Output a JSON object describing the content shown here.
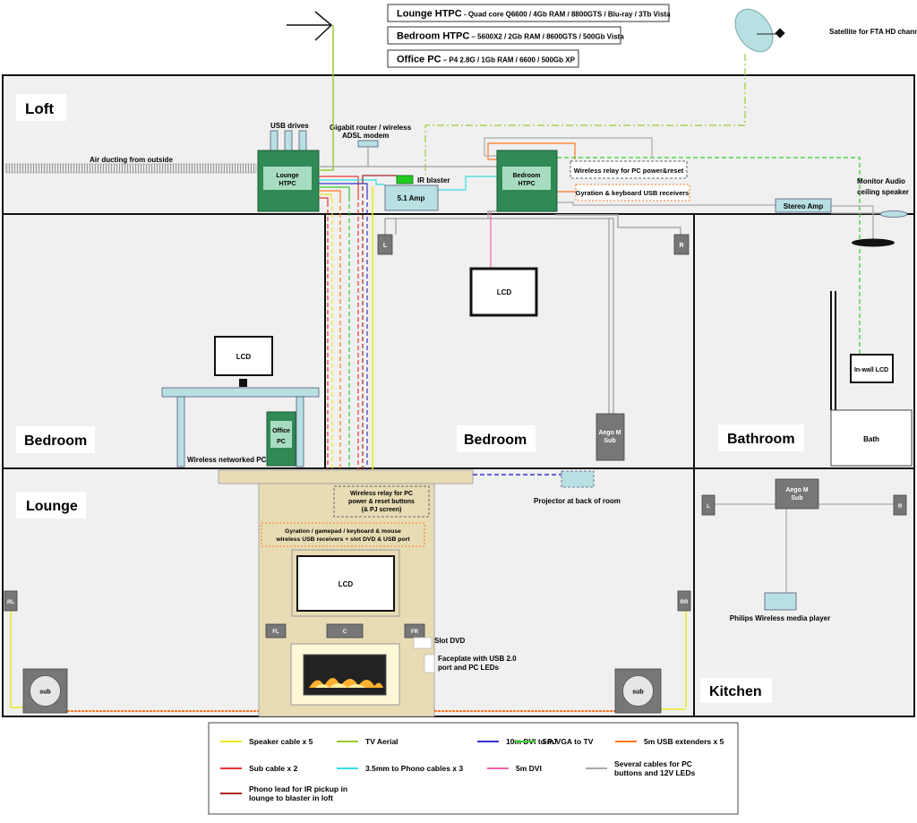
{
  "specs": [
    {
      "name": "Lounge HTPC",
      "detail": " - Quad core Q6600 / 4Gb RAM / 8800GTS / Blu-ray / 3Tb Vista"
    },
    {
      "name": "Bedroom HTPC",
      "detail": " – 5600X2 / 2Gb RAM / 8600GTS / 500Gb Vista"
    },
    {
      "name": "Office PC",
      "detail": " – P4 2.8G / 1Gb RAM / 6600 / 500Gb XP"
    }
  ],
  "satellite_label": "Satellite for FTA HD channels",
  "rooms": {
    "loft": "Loft",
    "bedroom_left": "Bedroom",
    "bedroom_middle": "Bedroom",
    "bathroom": "Bathroom",
    "lounge": "Lounge",
    "kitchen": "Kitchen"
  },
  "loft": {
    "air_ducting": "Air ducting from outside",
    "usb_drives": "USB drives",
    "lounge_htpc": [
      "Lounge",
      "HTPC"
    ],
    "router": [
      "Gigabit router / wireless",
      "ADSL modem"
    ],
    "ir_blaster": "IR blaster",
    "amp": "5.1 Amp",
    "bedroom_htpc": [
      "Bedroom",
      "HTPC"
    ],
    "wireless_relay": "Wireless relay for PC power&reset",
    "gyration": "Gyration & keyboard USB receivers",
    "monitor_audio": [
      "Monitor Audio",
      "ceiling speaker"
    ],
    "stereo_amp": "Stereo Amp"
  },
  "bedroom_left": {
    "lcd": "LCD",
    "office_pc": [
      "Office",
      "PC"
    ],
    "wireless_pc": "Wireless networked PC"
  },
  "bedroom_middle": {
    "speaker_l": "L",
    "speaker_r": "R",
    "lcd": "LCD",
    "sub": [
      "Aego M",
      "Sub"
    ]
  },
  "bathroom": {
    "inwall_lcd": "In-wall LCD",
    "bath": "Bath"
  },
  "lounge": {
    "relay_note": [
      "Wireless relay for PC",
      "power & reset buttons",
      "(& PJ screen)"
    ],
    "gyration_note": [
      "Gyration / gamepad / keyboard & mouse",
      "wireless USB receivers + slot DVD & USB port"
    ],
    "lcd": "LCD",
    "fl": "FL",
    "c": "C",
    "fr": "FR",
    "rl": "RL",
    "rr": "RR",
    "sub": "sub",
    "slot_dvd": "Slot DVD",
    "faceplate": [
      "Faceplate with USB 2.0",
      "port and PC LEDs"
    ],
    "projector": "Projector at back of room"
  },
  "kitchen": {
    "sub": [
      "Aego M",
      "Sub"
    ],
    "speaker_l": "L",
    "speaker_r": "R",
    "media_player": "Philips Wireless media player"
  },
  "colors": {
    "speaker": "#e8e820",
    "aerial": "#99cc33",
    "dvi_pj": "#3333cc",
    "vga": "#33cc33",
    "usb": "#ff7722",
    "sub": "#ee3333",
    "phono": "#33dddd",
    "dvi": "#ee66aa",
    "grey": "#aaaaaa",
    "ir": "#aa2222",
    "equipment": "#2f8a55",
    "equipment_label": "#a8dcc0",
    "light_blue": "#b8e0e3",
    "fireplace": "#e8dcb5"
  },
  "legend": [
    {
      "label": "Speaker cable x 5",
      "color": "#e8e820"
    },
    {
      "label": "TV Aerial",
      "color": "#99cc33"
    },
    {
      "label": "10m DVI to PJ",
      "color": "#3333cc"
    },
    {
      "label": "5m VGA to TV",
      "color": "#33cc33"
    },
    {
      "label": "5m USB extenders x 5",
      "color": "#ff7722"
    },
    {
      "label": "Sub cable x 2",
      "color": "#ee3333"
    },
    {
      "label": "3.5mm to Phono cables x 3",
      "color": "#33dddd"
    },
    {
      "label": "5m DVI",
      "color": "#ee66aa"
    },
    {
      "label": "Several cables for PC buttons and 12V LEDs",
      "color": "#aaaaaa"
    },
    {
      "label": "Phono lead for IR pickup in lounge to blaster in loft",
      "color": "#aa2222"
    }
  ]
}
